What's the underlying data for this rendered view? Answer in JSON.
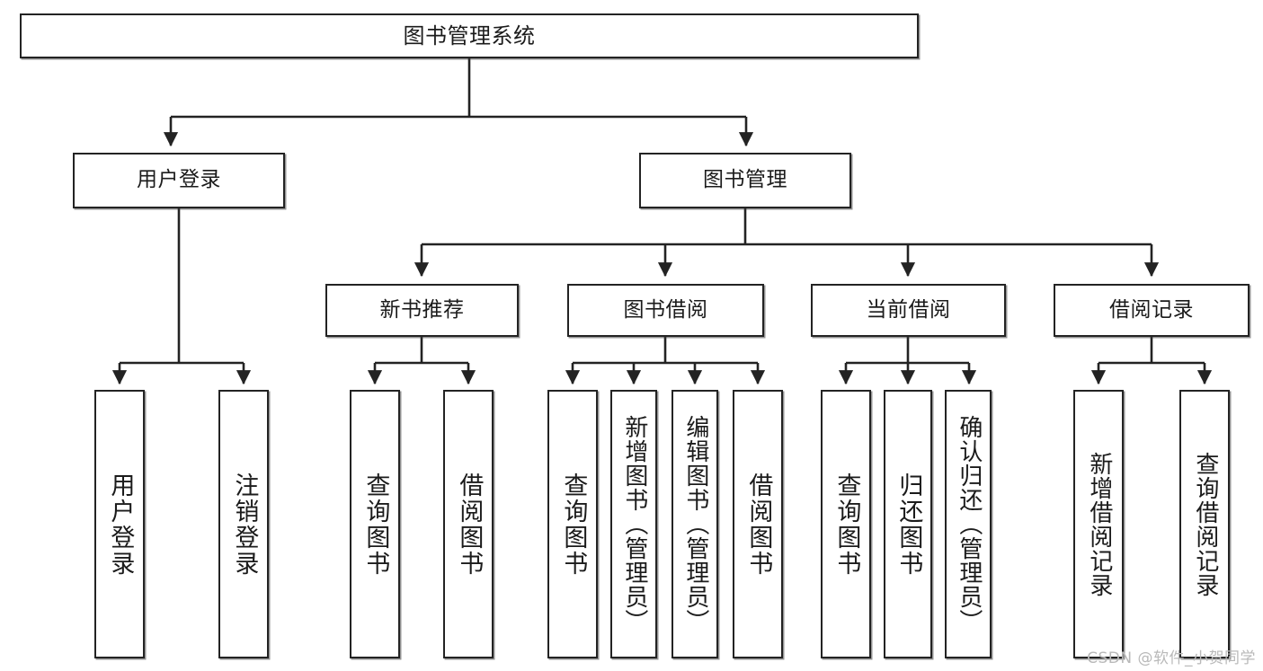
{
  "diagram": {
    "type": "tree-hierarchy",
    "title": "图书管理系统",
    "orientation": "top-down",
    "colors": {
      "box_border": "#232323",
      "box_fill": "#ffffff",
      "edge": "#232323",
      "text": "#1b1b1b",
      "watermark": "#b9b9b9",
      "background": "#ffffff"
    }
  },
  "nodes": {
    "root": {
      "label": "图书管理系统"
    },
    "level2": [
      {
        "label": "用户登录"
      },
      {
        "label": "图书管理"
      }
    ],
    "level3": [
      {
        "label": "新书推荐"
      },
      {
        "label": "图书借阅"
      },
      {
        "label": "当前借阅"
      },
      {
        "label": "借阅记录"
      }
    ],
    "leaves": {
      "user_login": [
        {
          "label": "用户登录"
        },
        {
          "label": "注销登录"
        }
      ],
      "new_book_recommend": [
        {
          "label": "查询图书"
        },
        {
          "label": "借阅图书"
        }
      ],
      "book_borrow": [
        {
          "label": "查询图书"
        },
        {
          "label": "新增图书（管理员）"
        },
        {
          "label": "编辑图书（管理员）"
        },
        {
          "label": "借阅图书"
        }
      ],
      "current_borrow": [
        {
          "label": "查询图书"
        },
        {
          "label": "归还图书"
        },
        {
          "label": "确认归还（管理员）"
        }
      ],
      "borrow_record": [
        {
          "label": "新增借阅记录"
        },
        {
          "label": "查询借阅记录"
        }
      ]
    }
  },
  "watermark": {
    "text": "CSDN @软件_小贺同学"
  }
}
